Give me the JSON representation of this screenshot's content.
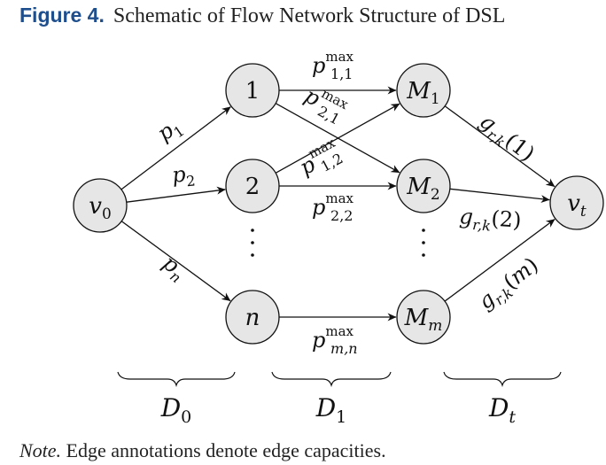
{
  "figure": {
    "label": "Figure 4.",
    "title": "Schematic of Flow Network Structure of DSL"
  },
  "note": {
    "prefix": "Note.",
    "text": "Edge annotations denote edge capacities."
  },
  "colors": {
    "title_label": "#1f4e8c",
    "node_fill": "#e6e6e6",
    "stroke": "#111111"
  },
  "nodes": [
    {
      "id": "v0",
      "base": "v",
      "sub": "0",
      "italic": true
    },
    {
      "id": "1",
      "base": "1",
      "sub": "",
      "italic": false
    },
    {
      "id": "2",
      "base": "2",
      "sub": "",
      "italic": false
    },
    {
      "id": "n",
      "base": "n",
      "sub": "",
      "italic": true
    },
    {
      "id": "M1",
      "base": "M",
      "sub": "1",
      "italic": true
    },
    {
      "id": "M2",
      "base": "M",
      "sub": "2",
      "italic": true
    },
    {
      "id": "Mm",
      "base": "M",
      "sub": "m",
      "italic": true
    },
    {
      "id": "vt",
      "base": "v",
      "sub": "t",
      "italic": true
    }
  ],
  "edges": [
    {
      "from": "v0",
      "to": "1",
      "label": {
        "base": "p",
        "sub": "1",
        "sup": ""
      }
    },
    {
      "from": "v0",
      "to": "2",
      "label": {
        "base": "p",
        "sub": "2",
        "sup": ""
      }
    },
    {
      "from": "v0",
      "to": "n",
      "label": {
        "base": "p",
        "sub": "n",
        "sup": ""
      }
    },
    {
      "from": "1",
      "to": "M1",
      "label": {
        "base": "p",
        "sub": "1,1",
        "sup": "max"
      }
    },
    {
      "from": "1",
      "to": "M2",
      "label": {
        "base": "p",
        "sub": "2,1",
        "sup": "max"
      }
    },
    {
      "from": "2",
      "to": "M1",
      "label": {
        "base": "p",
        "sub": "1,2",
        "sup": "max"
      }
    },
    {
      "from": "2",
      "to": "M2",
      "label": {
        "base": "p",
        "sub": "2,2",
        "sup": "max"
      }
    },
    {
      "from": "n",
      "to": "Mm",
      "label": {
        "base": "p",
        "sub": "m,n",
        "sup": "max"
      }
    },
    {
      "from": "M1",
      "to": "vt",
      "label": {
        "base": "g",
        "sub": "r,k",
        "arg": "(1)"
      }
    },
    {
      "from": "M2",
      "to": "vt",
      "label": {
        "base": "g",
        "sub": "r,k",
        "arg": "(2)"
      }
    },
    {
      "from": "Mm",
      "to": "vt",
      "label": {
        "base": "g",
        "sub": "r,k",
        "arg": "(m)"
      }
    }
  ],
  "ellipsis": "⋮",
  "groups": [
    {
      "base": "D",
      "sub": "0"
    },
    {
      "base": "D",
      "sub": "1"
    },
    {
      "base": "D",
      "sub": "t"
    }
  ]
}
